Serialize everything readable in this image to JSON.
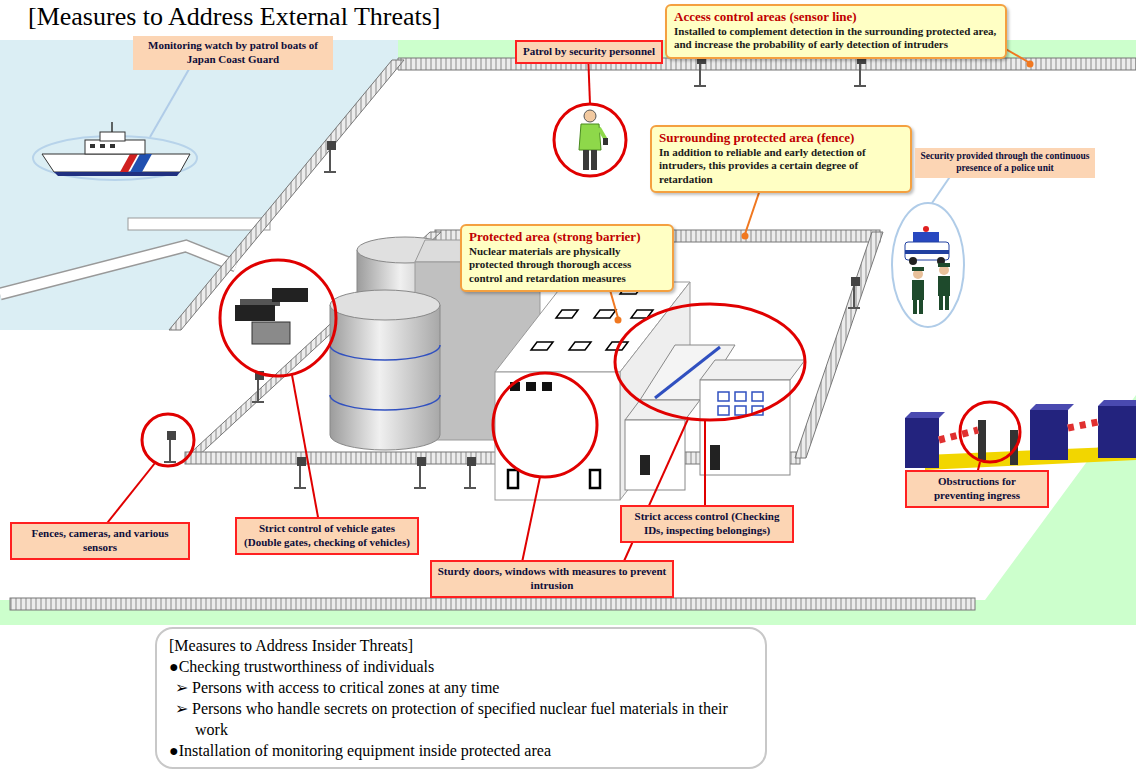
{
  "diagram": {
    "title": "[Measures to Address External Threats]",
    "nodes": [
      {
        "text": [
          "Monitoring watch by patrol boats of Japan Coast Guard"
        ]
      },
      {
        "text": [
          "Patrol by security personnel"
        ]
      },
      {
        "text": [
          "Access control areas (sensor line)",
          "Installed to complement detection in the surrounding protected area, and increase the probability of early detection of intruders"
        ]
      },
      {
        "text": [
          "Surrounding protected area (fence)",
          "In addition to reliable and early detection of intruders, this provides a certain degree of retardation"
        ]
      },
      {
        "text": [
          "Security provided through the continuous presence of a police unit"
        ]
      },
      {
        "text": [
          "Protected area (strong barrier)",
          "Nuclear materials are physically protected through thorough access control and retardation measures"
        ]
      },
      {
        "text": [
          "Obstructions for preventing ingress"
        ]
      },
      {
        "text": [
          "Fences, cameras, and various sensors"
        ]
      },
      {
        "text": [
          "Strict control of vehicle gates (Double gates, checking of vehicles)"
        ]
      },
      {
        "text": [
          "Strict access control (Checking IDs, inspecting belongings)"
        ]
      },
      {
        "text": [
          "Sturdy doors, windows with measures to prevent intrusion"
        ]
      },
      {
        "text": [
          "[Measures to Address Insider Threats]",
          "●Checking trustworthiness of individuals",
          "➢ Persons with access to critical zones at any time",
          "➢ Persons who handle secrets on protection of specified nuclear fuel materials in their work",
          "●Installation of monitoring equipment inside protected area"
        ]
      }
    ]
  }
}
